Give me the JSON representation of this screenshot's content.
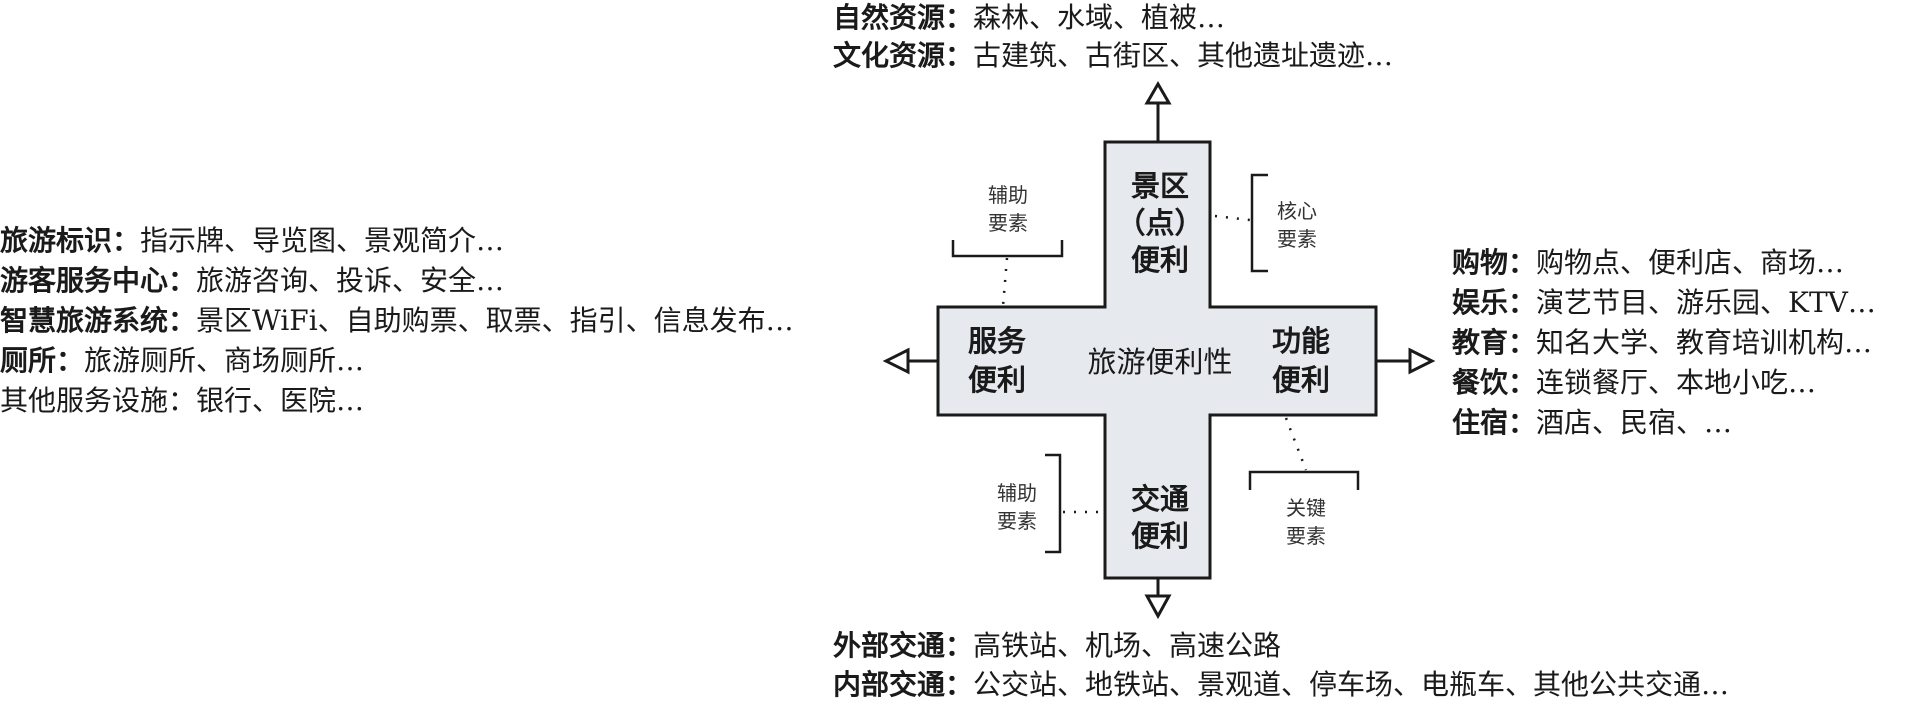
{
  "cross": {
    "center": "旅游便利性",
    "top": [
      "景区",
      "（点）",
      "便利"
    ],
    "left": [
      "服务",
      "便利"
    ],
    "right": [
      "功能",
      "便利"
    ],
    "bottom": [
      "交通",
      "便利"
    ]
  },
  "brackets": {
    "top_left": [
      "辅助",
      "要素"
    ],
    "top_right": [
      "核心",
      "要素"
    ],
    "bottom_left": [
      "辅助",
      "要素"
    ],
    "bottom_right": [
      "关键",
      "要素"
    ]
  },
  "top_list": [
    {
      "label": "自然资源",
      "sep": "：",
      "text": "森林、水域、植被…"
    },
    {
      "label": "文化资源",
      "sep": "：",
      "text": "古建筑、古街区、其他遗址遗迹…"
    }
  ],
  "left_list": [
    {
      "label": "旅游标识",
      "sep": "：",
      "text": "指示牌、导览图、景观简介…"
    },
    {
      "label": "游客服务中心",
      "sep": "：",
      "text": "旅游咨询、投诉、安全…"
    },
    {
      "label": "智慧旅游系统",
      "sep": "：",
      "text": "景区WiFi、自助购票、取票、指引、信息发布…"
    },
    {
      "label": "厕所",
      "sep": "：",
      "text": "旅游厕所、商场厕所…"
    },
    {
      "plain": "其他服务设施：银行、医院…"
    }
  ],
  "right_list": [
    {
      "label": "购物",
      "sep": "：",
      "text": "购物点、便利店、商场…"
    },
    {
      "label": "娱乐",
      "sep": "：",
      "text": "演艺节目、游乐园、KTV…"
    },
    {
      "label": "教育",
      "sep": "：",
      "text": "知名大学、教育培训机构…"
    },
    {
      "label": "餐饮",
      "sep": "：",
      "text": "连锁餐厅、本地小吃…"
    },
    {
      "label": "住宿",
      "sep": "：",
      "text": "酒店、民宿、…"
    }
  ],
  "bottom_list": [
    {
      "label": "外部交通",
      "sep": "：",
      "text": "高铁站、机场、高速公路"
    },
    {
      "label": "内部交通",
      "sep": "：",
      "text": "公交站、地铁站、景观道、停车场、电瓶车、其他公共交通…"
    }
  ],
  "colors": {
    "cross_fill": "#e6e9ee",
    "stroke": "#1a1a1a"
  }
}
